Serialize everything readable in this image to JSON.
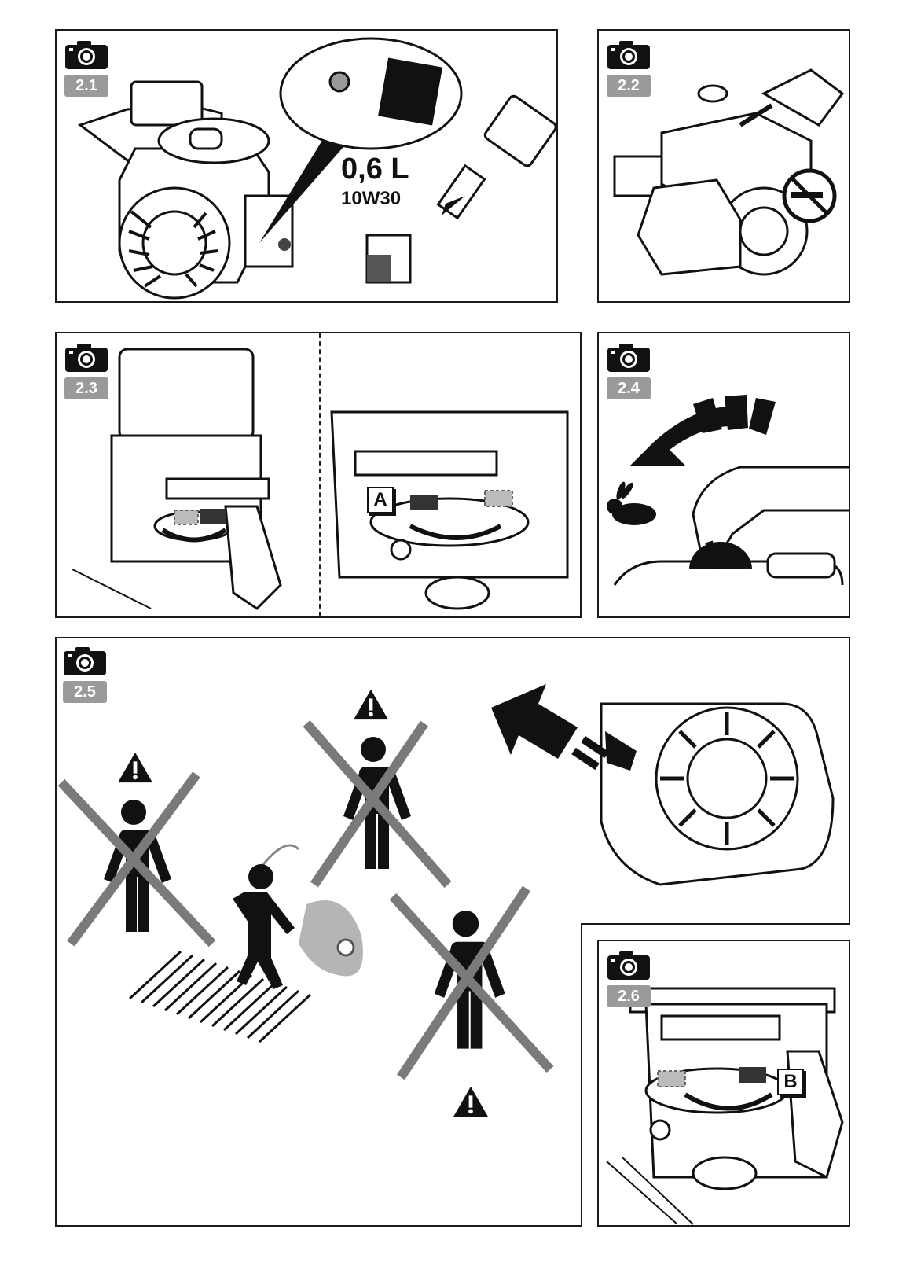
{
  "figures": [
    {
      "id": "2.1",
      "label": "2.1",
      "annotations": {
        "volume": "0,6 L",
        "oil_grade": "10W30"
      }
    },
    {
      "id": "2.2",
      "label": "2.2"
    },
    {
      "id": "2.3",
      "label": "2.3",
      "annotations": {
        "letter": "A"
      }
    },
    {
      "id": "2.4",
      "label": "2.4"
    },
    {
      "id": "2.5",
      "label": "2.5"
    },
    {
      "id": "2.6",
      "label": "2.6",
      "annotations": {
        "letter": "B"
      }
    }
  ],
  "icons": {
    "camera": "camera-icon",
    "no_smoking": "no-smoking-icon",
    "warning": "warning-icon",
    "rabbit": "rabbit-icon",
    "person": "person-icon"
  },
  "colors": {
    "badge_gray": "#9a9a9a",
    "cross_gray": "#7a7a7a",
    "ink": "#111111",
    "machine_gray": "#b5b5b5"
  }
}
